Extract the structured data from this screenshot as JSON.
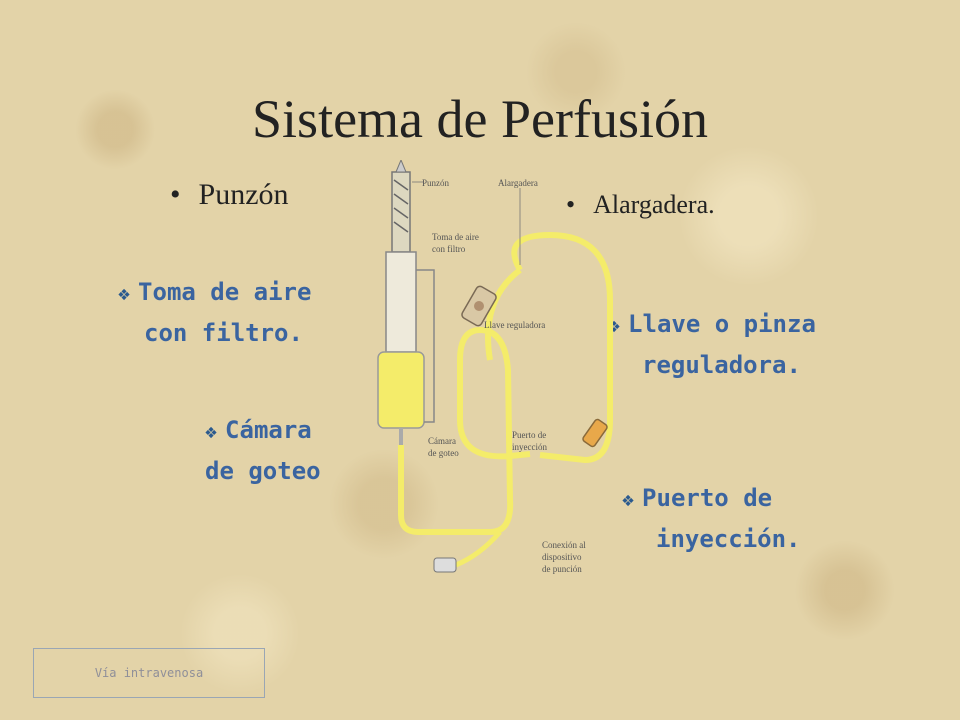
{
  "title": "Sistema de Perfusión",
  "bullets": [
    {
      "label": "Punzón"
    },
    {
      "label": "Alargadera."
    }
  ],
  "sub_items": [
    {
      "line1": "Toma de aire",
      "line2": "con filtro."
    },
    {
      "line1": "Cámara",
      "line2": "de goteo"
    },
    {
      "line1": "Llave o pinza",
      "line2": "reguladora."
    },
    {
      "line1": "Puerto de",
      "line2": "inyección."
    }
  ],
  "footer": "Vía intravenosa",
  "diagram_labels": {
    "punzon": "Punzón",
    "alargadera": "Alargadera",
    "toma": "Toma de aire",
    "toma2": "con filtro",
    "llave": "Llave reguladora",
    "camara": "Cámara",
    "camara2": "de goteo",
    "puerto": "Puerto de",
    "puerto2": "inyección",
    "conexion": "Conexión al",
    "conexion2": "dispositivo",
    "conexion3": "de punción"
  },
  "colors": {
    "tube": "#f4ec6a",
    "subtext": "#3a64a0"
  }
}
